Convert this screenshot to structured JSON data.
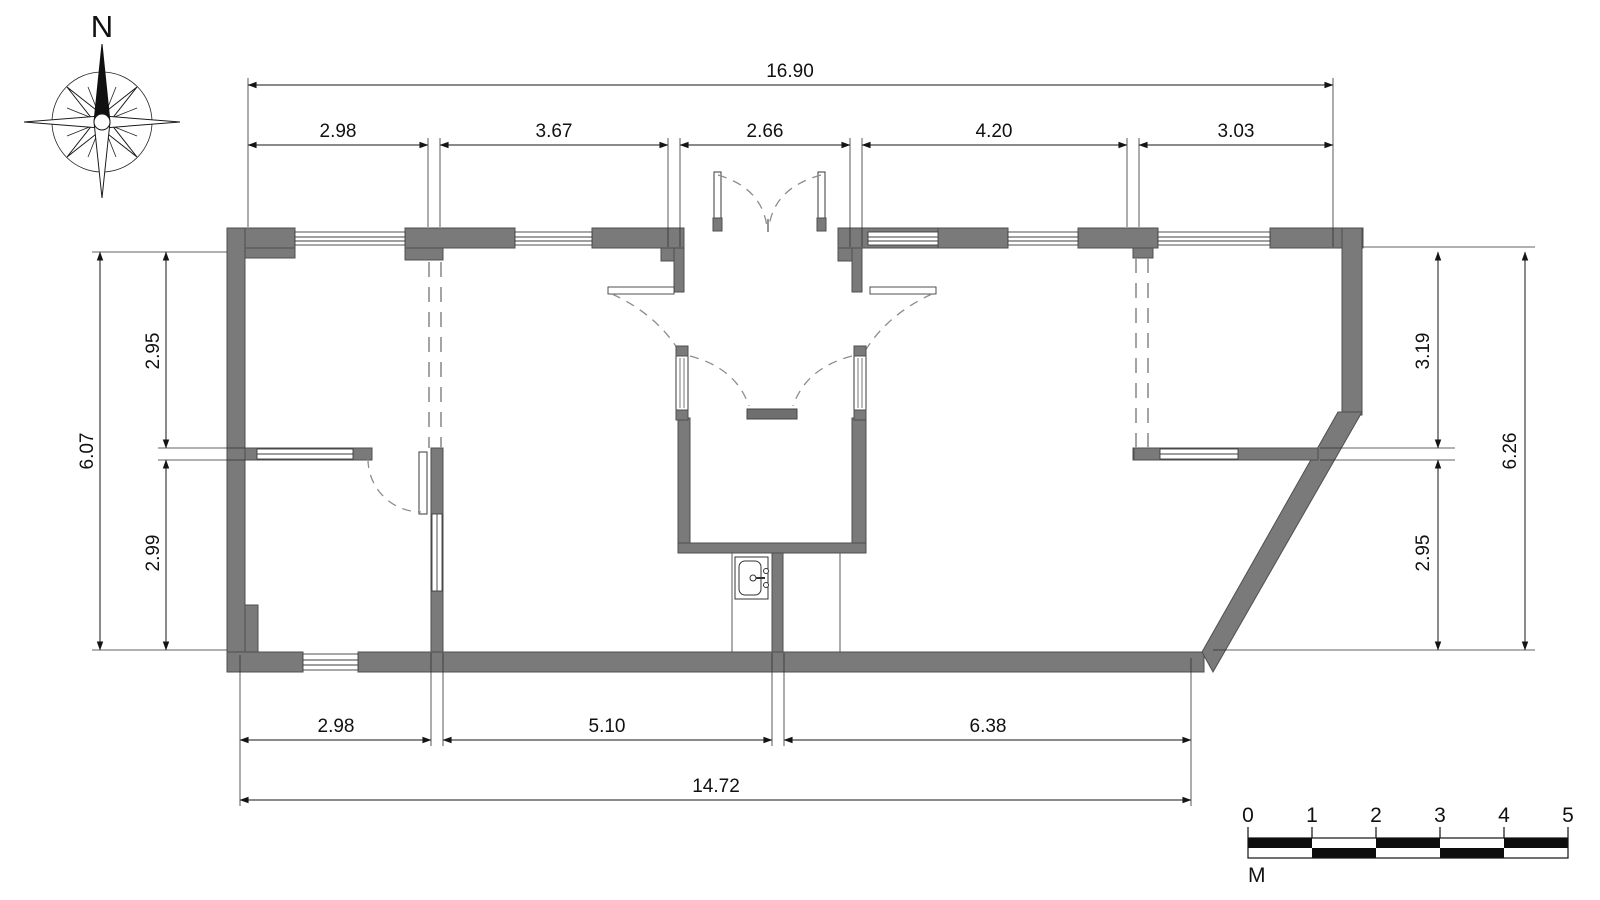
{
  "compass": {
    "north_label": "N"
  },
  "dimensions": {
    "top_total": "16.90",
    "top_segments": [
      "2.98",
      "3.67",
      "2.66",
      "4.20",
      "3.03"
    ],
    "left_total": "6.07",
    "left_segments": [
      "2.95",
      "2.99"
    ],
    "right_segments": [
      "3.19",
      "2.95"
    ],
    "right_total": "6.26",
    "bottom_segments": [
      "2.98",
      "5.10",
      "6.38"
    ],
    "bottom_total": "14.72"
  },
  "scale_bar": {
    "ticks": [
      "0",
      "1",
      "2",
      "3",
      "4",
      "5"
    ],
    "unit_label": "M"
  },
  "colors": {
    "wall_fill": "#7a7a7a",
    "wall_stroke": "#4f4f4f",
    "line": "#151515",
    "dashed_wall": "#9a9a9a",
    "scale_black": "#0d0d0d",
    "background": "#ffffff"
  }
}
